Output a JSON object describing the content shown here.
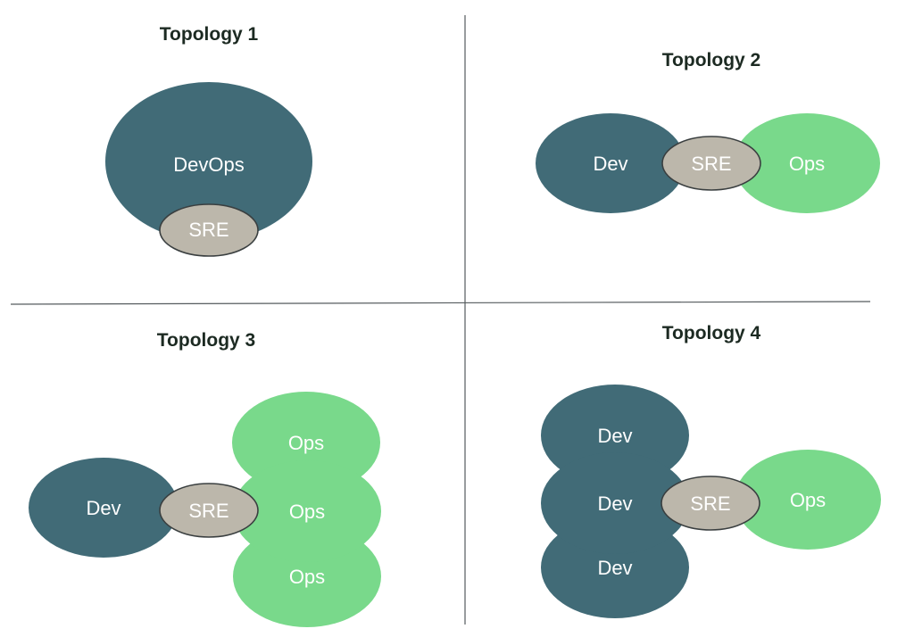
{
  "colors": {
    "dev": "#416b77",
    "ops": "#79d98b",
    "sre": "#bcb7ab",
    "label": "#ffffff",
    "title": "#1c2a22",
    "divider": "#555b5e"
  },
  "panels": [
    {
      "title": "Topology 1",
      "nodes": [
        {
          "role": "devops",
          "label": "DevOps"
        },
        {
          "role": "sre",
          "label": "SRE"
        }
      ]
    },
    {
      "title": "Topology 2",
      "nodes": [
        {
          "role": "dev",
          "label": "Dev"
        },
        {
          "role": "ops",
          "label": "Ops"
        },
        {
          "role": "sre",
          "label": "SRE"
        }
      ]
    },
    {
      "title": "Topology 3",
      "nodes": [
        {
          "role": "ops",
          "label": "Ops"
        },
        {
          "role": "ops",
          "label": "Ops"
        },
        {
          "role": "ops",
          "label": "Ops"
        },
        {
          "role": "dev",
          "label": "Dev"
        },
        {
          "role": "sre",
          "label": "SRE"
        }
      ]
    },
    {
      "title": "Topology 4",
      "nodes": [
        {
          "role": "dev",
          "label": "Dev"
        },
        {
          "role": "dev",
          "label": "Dev"
        },
        {
          "role": "dev",
          "label": "Dev"
        },
        {
          "role": "ops",
          "label": "Ops"
        },
        {
          "role": "sre",
          "label": "SRE"
        }
      ]
    }
  ]
}
